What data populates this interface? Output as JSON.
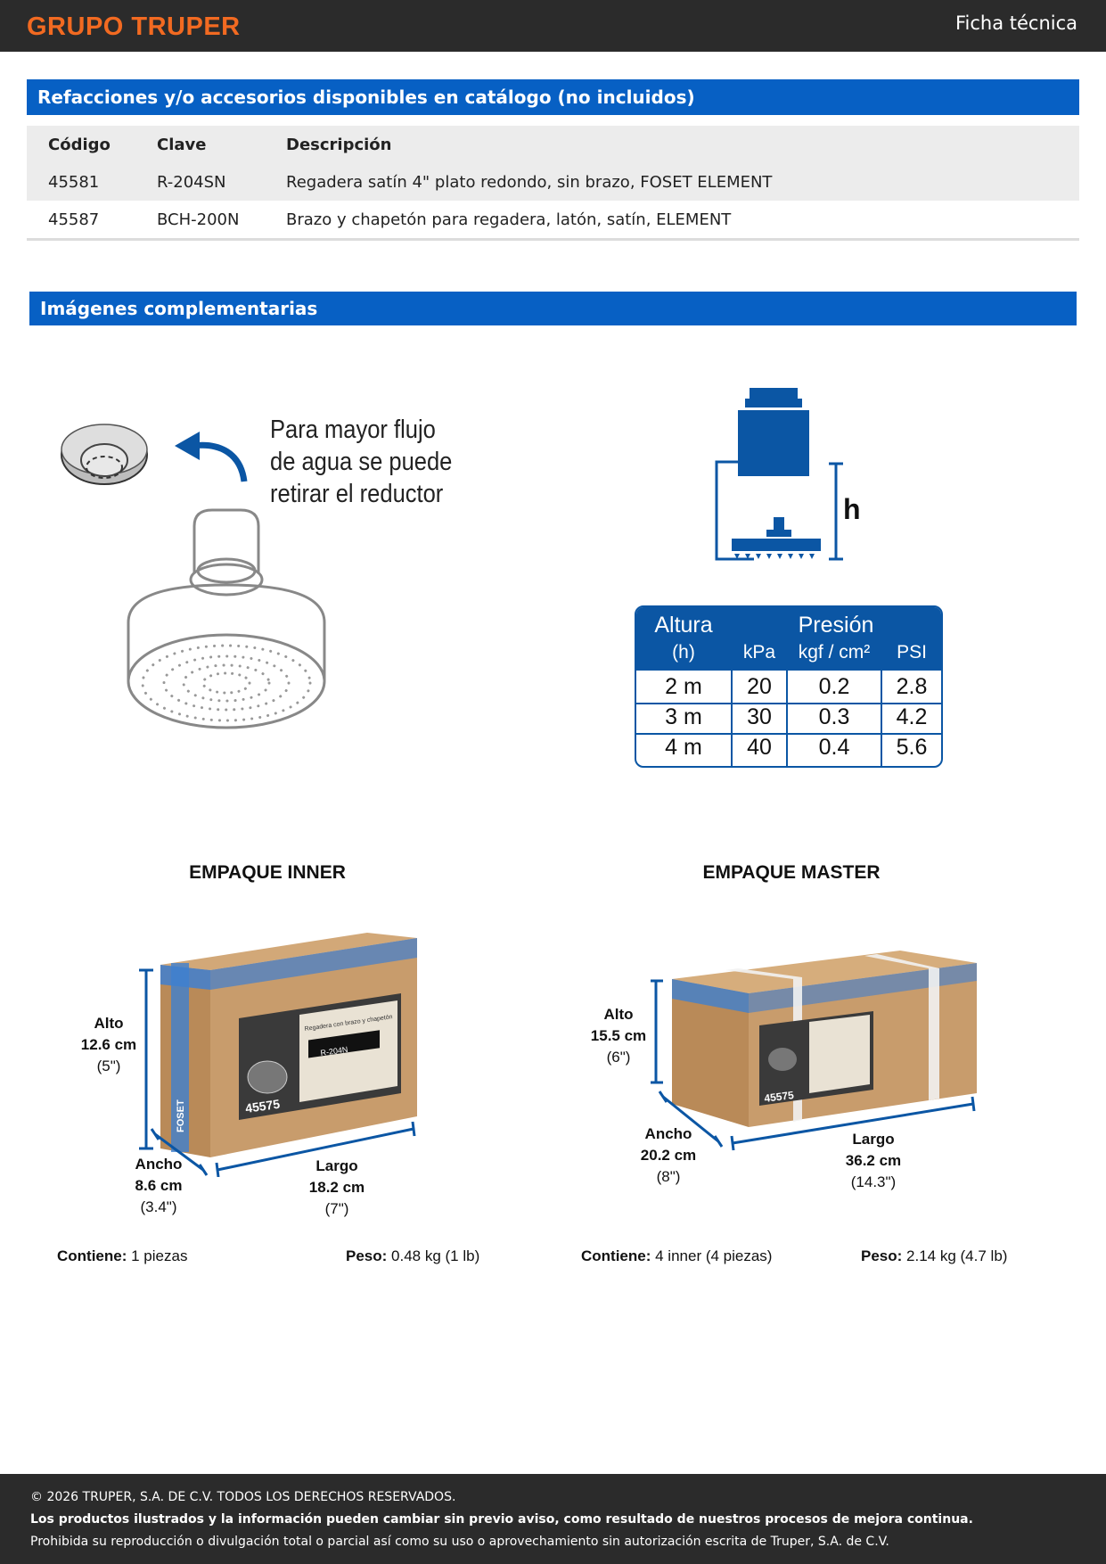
{
  "header": {
    "logo": "GRUPO TRUPER",
    "doc_type": "Ficha técnica"
  },
  "accessories": {
    "title": "Refacciones y/o accesorios disponibles en catálogo (no incluidos)",
    "columns": [
      "Código",
      "Clave",
      "Descripción"
    ],
    "rows": [
      [
        "45581",
        "R-204SN",
        "Regadera satín 4\" plato redondo, sin brazo, FOSET ELEMENT"
      ],
      [
        "45587",
        "BCH-200N",
        "Brazo y chapetón para regadera, latón, satín, ELEMENT"
      ]
    ]
  },
  "images": {
    "title": "Imágenes complementarias",
    "reducer_note": [
      "Para mayor flujo",
      "de agua se puede",
      "retirar el reductor"
    ],
    "height_label": "h",
    "pressure_table": {
      "height_header": "Altura",
      "height_unit": "(h)",
      "pressure_header": "Presión",
      "units": [
        "kPa",
        "kgf / cm²",
        "PSI"
      ],
      "rows": [
        [
          "2 m",
          "20",
          "0.2",
          "2.8"
        ],
        [
          "3 m",
          "30",
          "0.3",
          "4.2"
        ],
        [
          "4 m",
          "40",
          "0.4",
          "5.6"
        ]
      ]
    }
  },
  "packaging": {
    "inner": {
      "title": "EMPAQUE INNER",
      "alto": [
        "Alto",
        "12.6 cm",
        "(5\")"
      ],
      "ancho": [
        "Ancho",
        "8.6 cm",
        "(3.4\")"
      ],
      "largo": [
        "Largo",
        "18.2 cm",
        "(7\")"
      ],
      "contiene_label": "Contiene:",
      "contiene": "1 piezas",
      "peso_label": "Peso:",
      "peso": "0.48 kg (1 lb)",
      "box_labels": {
        "brand": "FOSET",
        "product": "Regadera con brazo y chapetón",
        "model": "R-204N",
        "code": "45575"
      }
    },
    "master": {
      "title": "EMPAQUE MASTER",
      "alto": [
        "Alto",
        "15.5 cm",
        "(6\")"
      ],
      "ancho": [
        "Ancho",
        "20.2 cm",
        "(8\")"
      ],
      "largo": [
        "Largo",
        "36.2 cm",
        "(14.3\")"
      ],
      "contiene_label": "Contiene:",
      "contiene": "4 inner (4 piezas)",
      "peso_label": "Peso:",
      "peso": "2.14 kg (4.7 lb)",
      "box_labels": {
        "code": "45575"
      }
    }
  },
  "footer": {
    "copyright": "© 2026 TRUPER, S.A. DE C.V. TODOS LOS DERECHOS RESERVADOS.",
    "notice": "Los productos ilustrados y la información pueden cambiar sin previo aviso, como resultado de nuestros procesos de mejora continua.",
    "prohibition": "Prohibida su reproducción o divulgación total o parcial así como su uso o aprovechamiento sin autorización escrita de Truper, S.A. de C.V."
  },
  "colors": {
    "brand_orange": "#f26a21",
    "section_blue": "#0760c4",
    "table_blue": "#0b56a4",
    "dark_bar": "#2b2b2b"
  }
}
